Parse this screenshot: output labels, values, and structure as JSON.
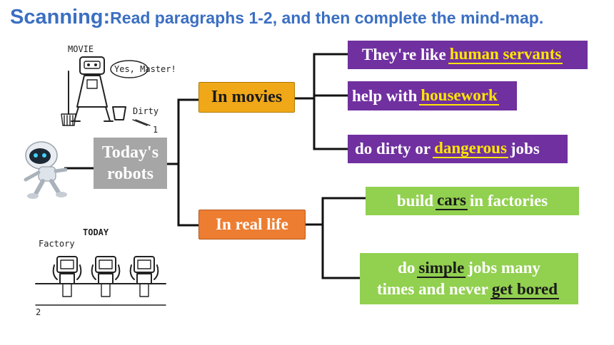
{
  "title": {
    "prefix": "Scanning:",
    "text": "Read paragraphs 1-2, and then complete the mind-map."
  },
  "center": {
    "line1": "Today's",
    "line2": "robots"
  },
  "movies": {
    "label": "In movies",
    "items": [
      {
        "before": "They're like",
        "answer": "human servants",
        "after": ""
      },
      {
        "before": "help with",
        "answer": "housework",
        "after": ""
      },
      {
        "before": "do dirty or",
        "answer": "dangerous",
        "after": "jobs"
      }
    ]
  },
  "real_life": {
    "label": "In real life",
    "item1": {
      "before": "build",
      "answer": "cars",
      "after": "in factories"
    },
    "item2": {
      "before": "do",
      "answer": "simple",
      "after": "jobs many",
      "line2_before": "times and never",
      "line2_answer": "get bored"
    }
  },
  "illustrations": {
    "movie_caption": "MOVIE",
    "movie_speech": "Yes, Master!",
    "movie_floor": "Dirty",
    "movie_page": "1",
    "today_caption": "TODAY",
    "today_label": "Factory",
    "today_page": "2"
  },
  "colors": {
    "title": "#3b6fc2",
    "purple": "#7030a0",
    "green": "#92d050",
    "orange": "#f0a818",
    "orange_dark": "#ed7d31",
    "gray": "#a6a6a6",
    "answer_yellow": "#ffe600"
  }
}
